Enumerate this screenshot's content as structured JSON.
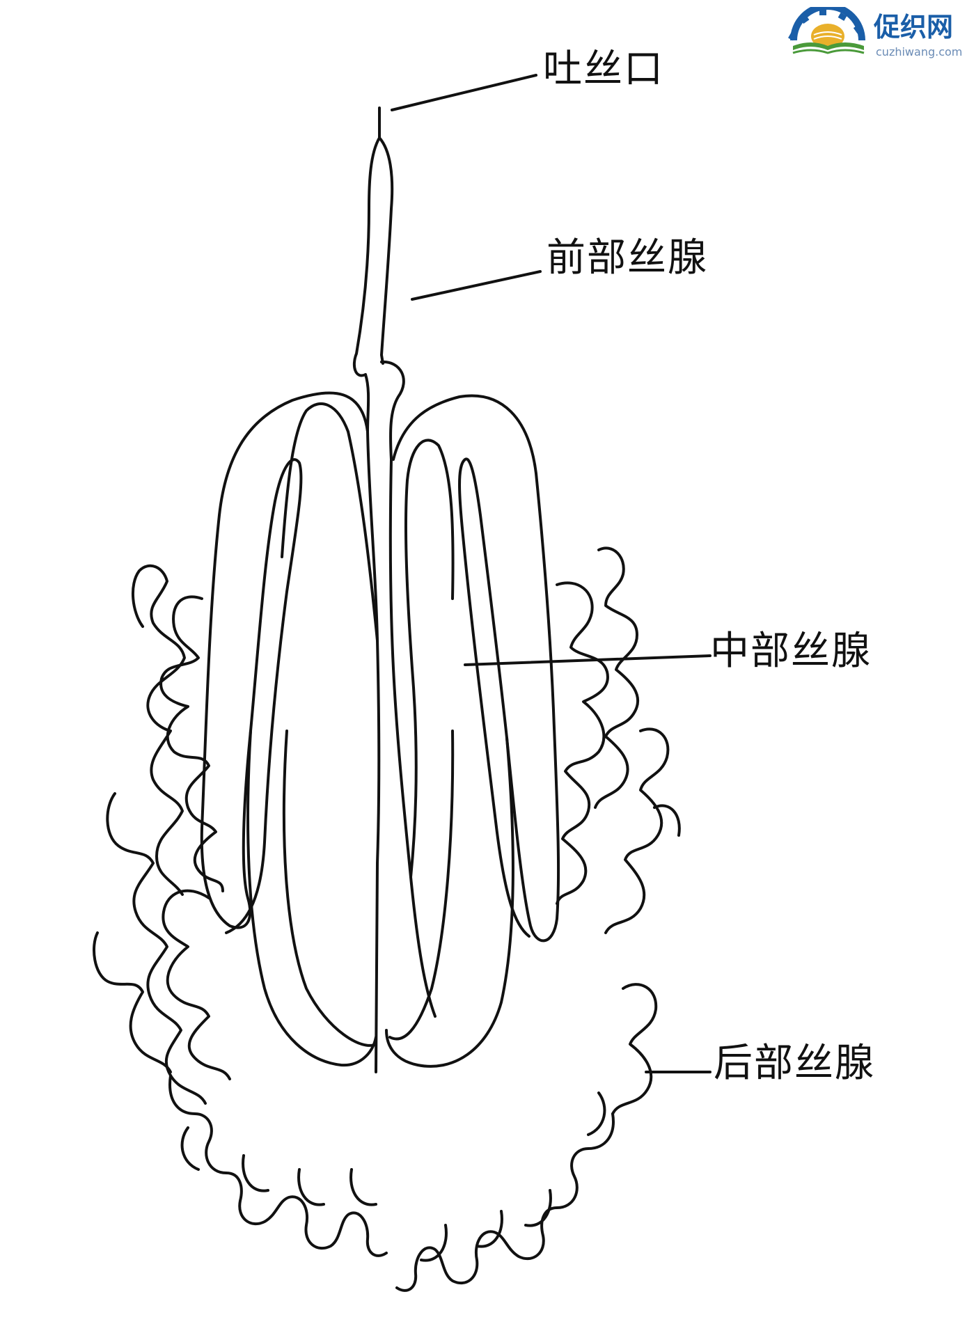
{
  "labels": {
    "spinneret": "吐丝口",
    "anterior_gland": "前部丝腺",
    "middle_gland": "中部丝腺",
    "posterior_gland": "后部丝腺"
  },
  "logo": {
    "name": "促织网",
    "domain": "cuzhiwang.com"
  },
  "colors": {
    "line": "#111111",
    "logo_blue": "#1a5ea8",
    "logo_gold": "#e9b02b",
    "logo_green": "#4a9a3a"
  }
}
